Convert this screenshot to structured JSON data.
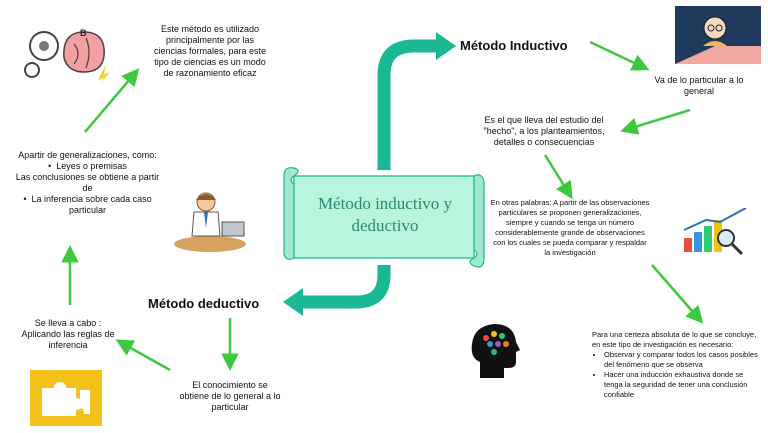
{
  "title": "Método inductivo y deductivo",
  "inductive": {
    "heading": "Método Inductivo",
    "particular_to_general": "Va de lo particular a lo general",
    "study_of_fact": "Es el que lleva del estudio del \"hecho\", a los planteamientos, detalles o consecuencias",
    "in_other_words": "En otras palabras: A partir de las observaciones particulares se proponen generalizaciones, siempre y cuando se tenga un número considerablemente grande de observaciones con los cuales se pueda comparar y respaldar la investigación",
    "certainty_intro": "Para una certeza absoluta de lo que se concluye, en este tipo de investigación es necesario:",
    "certainty_items": [
      "Observar y comparar todos los casos posibles del fenómeno que se observa",
      "Hacer una inducción exhaustiva donde se tenga la seguridad de tener una conclusión confiable"
    ]
  },
  "deductive": {
    "heading": "Método deductivo",
    "general_to_particular": "El conocimiento se obtiene de lo general a lo particular",
    "carried_out": "Se lleva a cabo : Aplicando las reglas de inferencia",
    "from_generalizations_intro": "Apartir de generalizaciones, como:",
    "from_generalizations_items": [
      "Leyes o premisas",
      "Las conclusiones se obtiene a partir de",
      "La inferencia sobre cada caso particular"
    ],
    "formal_sciences": "Este método es utilizado principalmente por las ciencias formales, para este tipo de ciencias es un modo de razonamiento eficaz"
  },
  "brain_letter": "B",
  "colors": {
    "arrow": "#3ec83e",
    "teal": "#1ab894",
    "scroll": "#b9f5dd"
  }
}
